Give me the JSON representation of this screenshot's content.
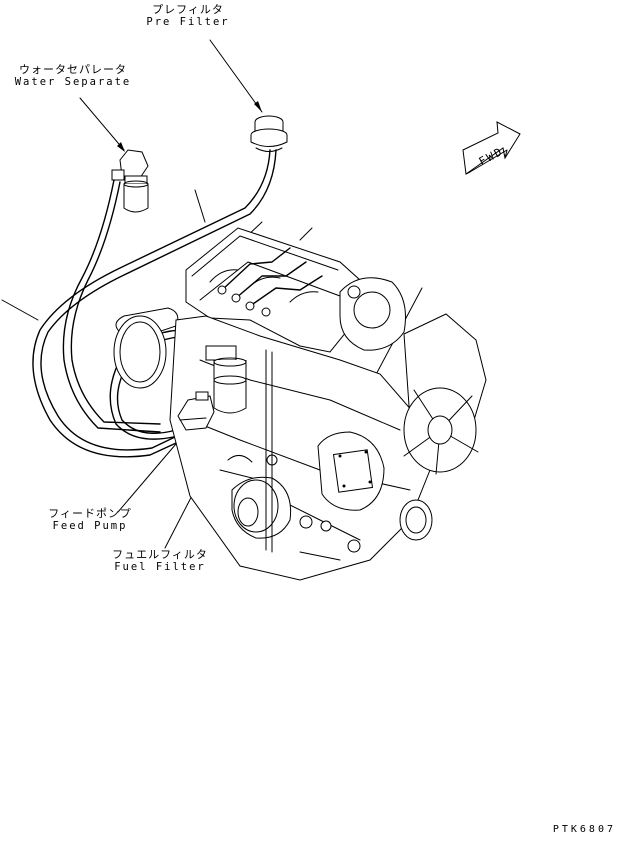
{
  "labels": {
    "pre_filter": {
      "ja": "プレフィルタ",
      "en": "Pre Filter"
    },
    "water_separate": {
      "ja": "ウォータセパレータ",
      "en": "Water Separate"
    },
    "feed_pump": {
      "ja": "フィードポンプ",
      "en": "Feed Pump"
    },
    "fuel_filter": {
      "ja": "フュエルフィルタ",
      "en": "Fuel Filter"
    }
  },
  "fwd_arrow": "FWD",
  "drawing_code": "PTK6807"
}
